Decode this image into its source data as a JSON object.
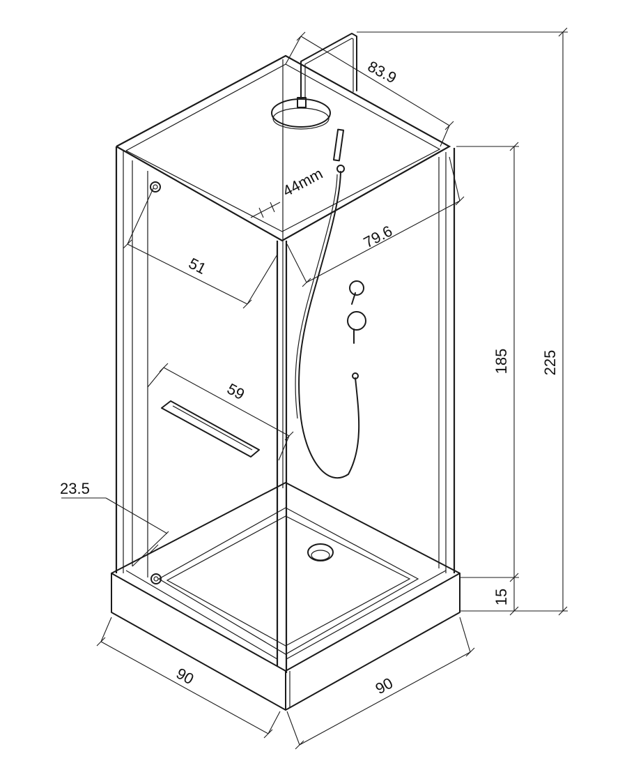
{
  "dimensions": {
    "total_height": "225",
    "panel_height": "185",
    "tray_height": "15",
    "width_left": "90",
    "width_right": "90",
    "rain_arm": "83.9",
    "top_depth": "79.6",
    "door_top": "51",
    "door_bottom": "59",
    "corner_gap": "44mm",
    "tray_offset": "23.5"
  },
  "colors": {
    "line": "#1a1a1a",
    "background": "#ffffff"
  }
}
